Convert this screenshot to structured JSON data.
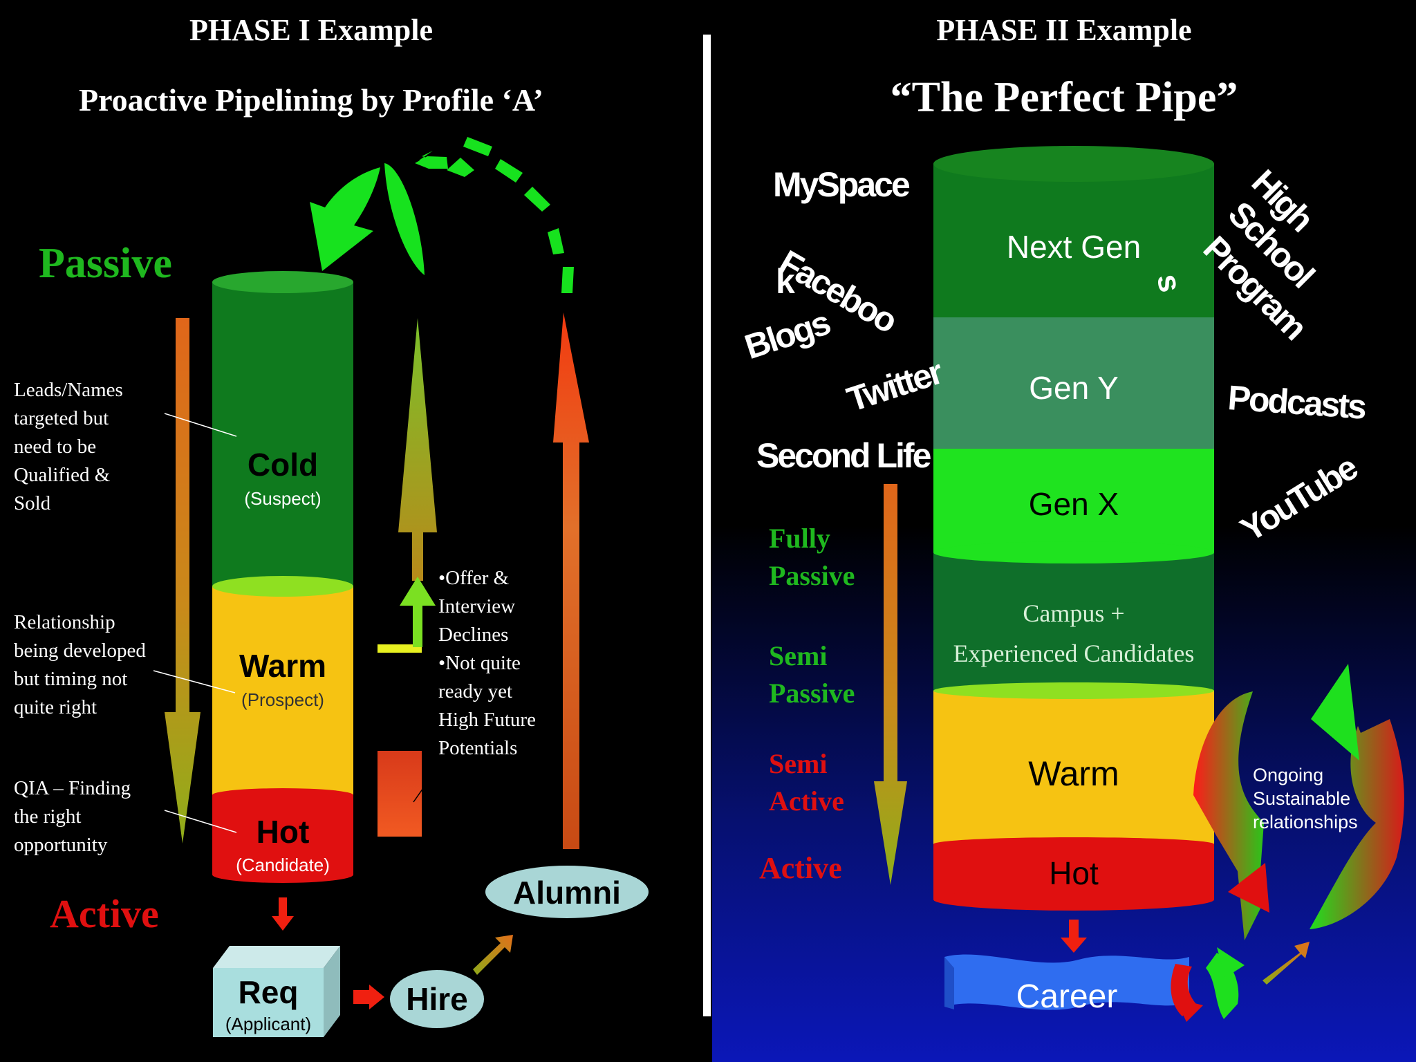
{
  "left": {
    "heading": "PHASE I Example",
    "title": "Proactive Pipelining by Profile ‘A’",
    "passive_label": "Passive",
    "active_label": "Active",
    "cold": {
      "label": "Cold",
      "sub": "(Suspect)"
    },
    "warm": {
      "label": "Warm",
      "sub": "(Prospect)"
    },
    "hot": {
      "label": "Hot",
      "sub": "(Candidate)"
    },
    "note_leads": [
      "Leads/Names",
      "targeted but",
      "need to be",
      "Qualified &",
      "Sold"
    ],
    "note_relationship": [
      "Relationship",
      "being developed",
      "but timing not",
      "quite right"
    ],
    "note_qia": [
      "QIA – Finding",
      "the right",
      "opportunity"
    ],
    "note_offer": [
      "•Offer &",
      "Interview",
      "Declines",
      "•Not quite",
      "ready yet",
      "High Future",
      "Potentials"
    ],
    "req": {
      "label": "Req",
      "sub": "(Applicant)"
    },
    "hire": "Hire",
    "alumni": "Alumni"
  },
  "right": {
    "heading": "PHASE II Example",
    "title": "“The Perfect Pipe”",
    "segments": [
      "Next Gen",
      "Gen Y",
      "Gen X"
    ],
    "campus": [
      "Campus +",
      "Experienced Candidates"
    ],
    "warm": "Warm",
    "hot": "Hot",
    "career": "Career",
    "ongoing": [
      "Ongoing",
      "Sustainable",
      "relationships"
    ],
    "levels": {
      "fully_passive": [
        "Fully",
        "Passive"
      ],
      "semi_passive": [
        "Semi",
        "Passive"
      ],
      "semi_active": [
        "Semi",
        "Active"
      ],
      "active": "Active"
    },
    "social": {
      "myspace": "MySpace",
      "facebook_1": "Faceboo",
      "facebook_2": "k",
      "blogs": "Blogs",
      "twitter": "Twitter",
      "second_life": "Second Life",
      "high_school_1": "High",
      "high_school_2": "School",
      "high_school_3": "Program",
      "high_school_4": "s",
      "podcasts": "Podcasts",
      "youtube": "YouTube"
    }
  },
  "colors": {
    "cold": "#0f7a1e",
    "warm": "#f6c312",
    "hot": "#e01010",
    "gen_y": "#3a8f5e",
    "gen_x": "#1fe31f",
    "career": "#2f6df0",
    "passive_text": "#1fb81f",
    "active_text": "#e01010"
  }
}
